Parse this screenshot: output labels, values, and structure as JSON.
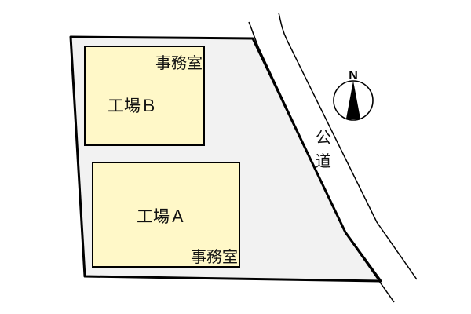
{
  "site_plan": {
    "buildings": [
      {
        "id": "factory-b",
        "name": "工場Ｂ",
        "office_label": "事務室"
      },
      {
        "id": "factory-a",
        "name": "工場Ａ",
        "office_label": "事務室"
      }
    ],
    "road_label_line1": "公",
    "road_label_line2": "道",
    "compass_label": "N"
  },
  "colors": {
    "building_fill": "#fff8c8",
    "lot_fill": "#f2f2f2",
    "line": "#000000"
  }
}
